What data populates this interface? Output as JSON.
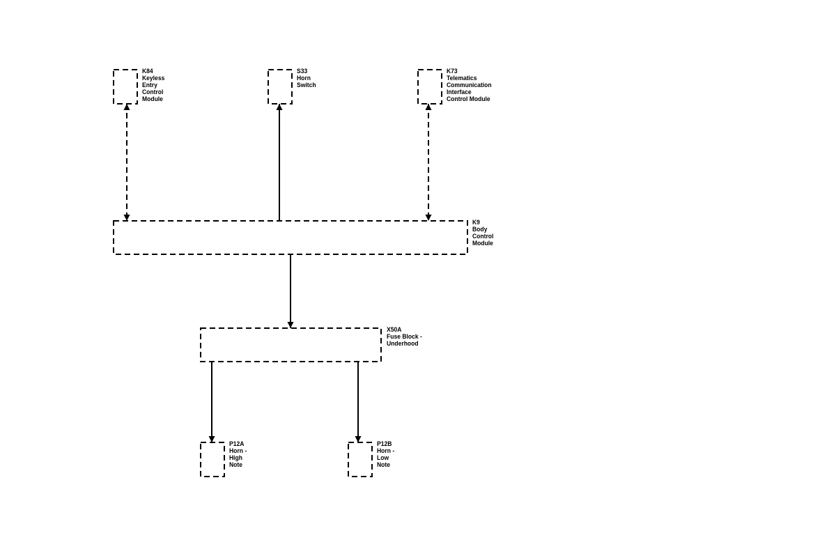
{
  "components": {
    "k84": {
      "lines": [
        "K84",
        "Keyless",
        "Entry",
        "Control",
        "Module"
      ]
    },
    "s33": {
      "lines": [
        "S33",
        "Horn",
        "Switch"
      ]
    },
    "k73": {
      "lines": [
        "K73",
        "Telematics",
        "Communication",
        "Interface",
        "Control Module"
      ]
    },
    "k9": {
      "lines": [
        "K9",
        "Body",
        "Control",
        "Module"
      ]
    },
    "x50a": {
      "lines": [
        "X50A",
        "Fuse Block -",
        "Underhood"
      ]
    },
    "p12a": {
      "lines": [
        "P12A",
        "Horn -",
        "High",
        "Note"
      ]
    },
    "p12b": {
      "lines": [
        "P12B",
        "Horn -",
        "Low",
        "Note"
      ]
    }
  },
  "connections": [
    {
      "from": "k9",
      "to": "k84",
      "style": "dashed",
      "direction": "bidirectional"
    },
    {
      "from": "k9",
      "to": "s33",
      "style": "solid",
      "direction": "to-target"
    },
    {
      "from": "k9",
      "to": "k73",
      "style": "dashed",
      "direction": "bidirectional"
    },
    {
      "from": "k9",
      "to": "x50a",
      "style": "solid",
      "direction": "to-target"
    },
    {
      "from": "x50a",
      "to": "p12a",
      "style": "solid",
      "direction": "to-target"
    },
    {
      "from": "x50a",
      "to": "p12b",
      "style": "solid",
      "direction": "to-target"
    }
  ]
}
